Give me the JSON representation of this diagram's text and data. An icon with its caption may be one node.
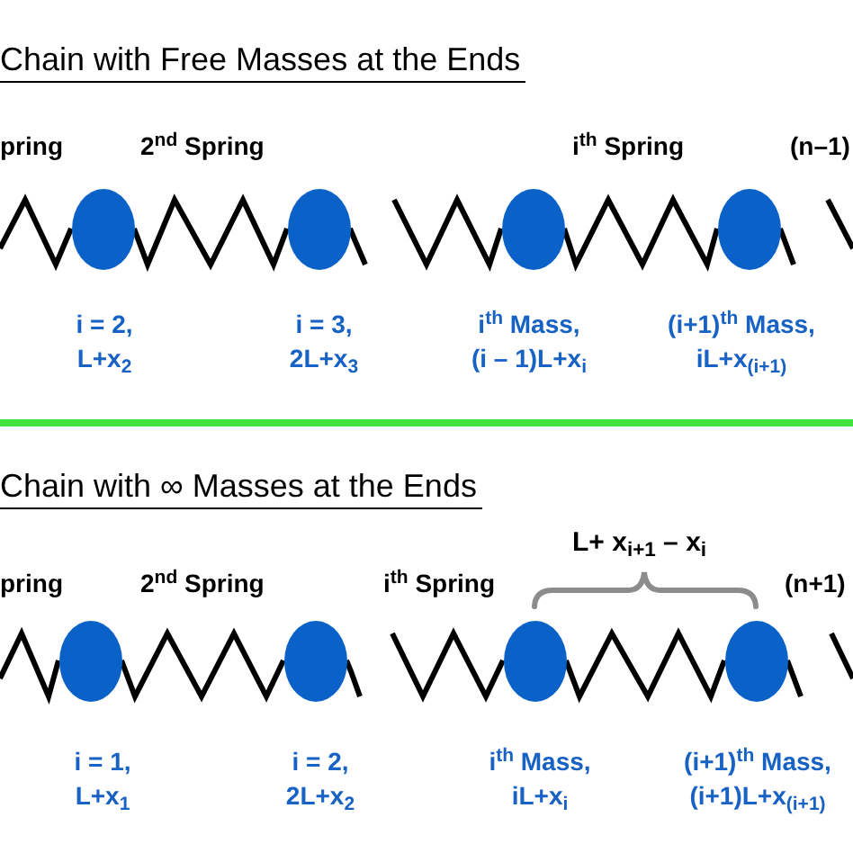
{
  "diagram": {
    "nodes": [
      {
        "text": [],
        "shape": "circle",
        "beside": [
          "i = 2, L+x$_{2}$"
        ]
      },
      {
        "text": [],
        "shape": "circle",
        "beside": [
          "i = 3, 2L+x$_{3}$"
        ]
      },
      {
        "text": [],
        "shape": "circle",
        "beside": [
          "i$^{th}$ Mass, (i – 1)L+x$_{i}$"
        ]
      },
      {
        "text": [],
        "shape": "circle",
        "beside": [
          "(i+1)$^{th}$ Mass, iL+x$_{(i+1)}$"
        ]
      },
      {
        "text": [],
        "shape": "circle",
        "beside": [
          "i = 1, L+x$_{1}$"
        ]
      },
      {
        "text": [],
        "shape": "circle",
        "beside": [
          "i = 2, 2L+x$_{2}$"
        ]
      },
      {
        "text": [],
        "shape": "circle",
        "beside": [
          "i$^{th}$ Mass, iL+x$_{i}$"
        ]
      },
      {
        "text": [],
        "shape": "circle",
        "beside": [
          "(i+1)$^{th}$ Mass, (i+1)L+x$_{(i+1)}$"
        ]
      }
    ],
    "edges": [
      {
        "from": null,
        "to": 0,
        "arrow": "none",
        "label": "pring"
      },
      {
        "from": 0,
        "to": 1,
        "arrow": "none",
        "label": "2$^{nd}$ Spring"
      },
      {
        "from": 1,
        "to": null,
        "arrow": "none"
      },
      {
        "from": null,
        "to": 2,
        "arrow": "none"
      },
      {
        "from": 2,
        "to": 3,
        "arrow": "none",
        "label": "i$^{th}$ Spring"
      },
      {
        "from": 3,
        "to": null,
        "arrow": "none",
        "label": "(n–1)"
      },
      {
        "from": null,
        "to": 4,
        "arrow": "none",
        "label": "pring"
      },
      {
        "from": 4,
        "to": 5,
        "arrow": "none",
        "label": "2$^{nd}$ Spring"
      },
      {
        "from": 5,
        "to": null,
        "arrow": "none"
      },
      {
        "from": null,
        "to": 6,
        "arrow": "none",
        "label": "i$^{th}$ Spring"
      },
      {
        "from": 6,
        "to": 7,
        "arrow": "none"
      },
      {
        "from": 7,
        "to": null,
        "arrow": "none",
        "label": "(n+1)"
      }
    ],
    "labels": [
      "Chain with Free Masses at the Ends",
      "Chain with ∞ Masses at the Ends",
      "L+ x$_{i+1}$ – x$_{i}$"
    ]
  }
}
